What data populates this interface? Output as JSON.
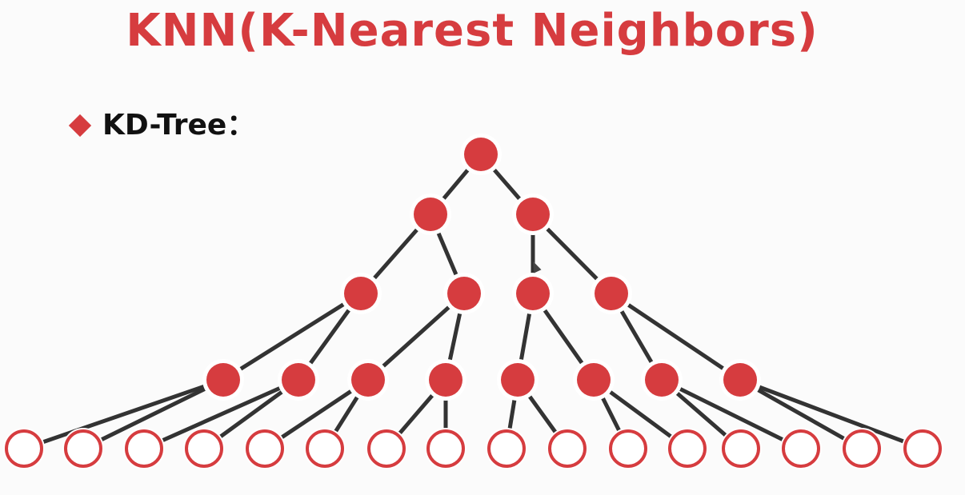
{
  "title": "KNN(K-Nearest Neighbors)",
  "bullet": {
    "icon": "diamond-bullet-icon",
    "label": "KD-Tree："
  },
  "tree": {
    "levels": 5,
    "root": "node",
    "leaf_count": 16
  },
  "colors": {
    "accent": "#d63c3f",
    "edge": "#333333",
    "node_ring": "#ffffff",
    "leaf_fill": "#ffffff",
    "leaf_stroke": "#d63c3f",
    "background": "#fbfbfb"
  }
}
